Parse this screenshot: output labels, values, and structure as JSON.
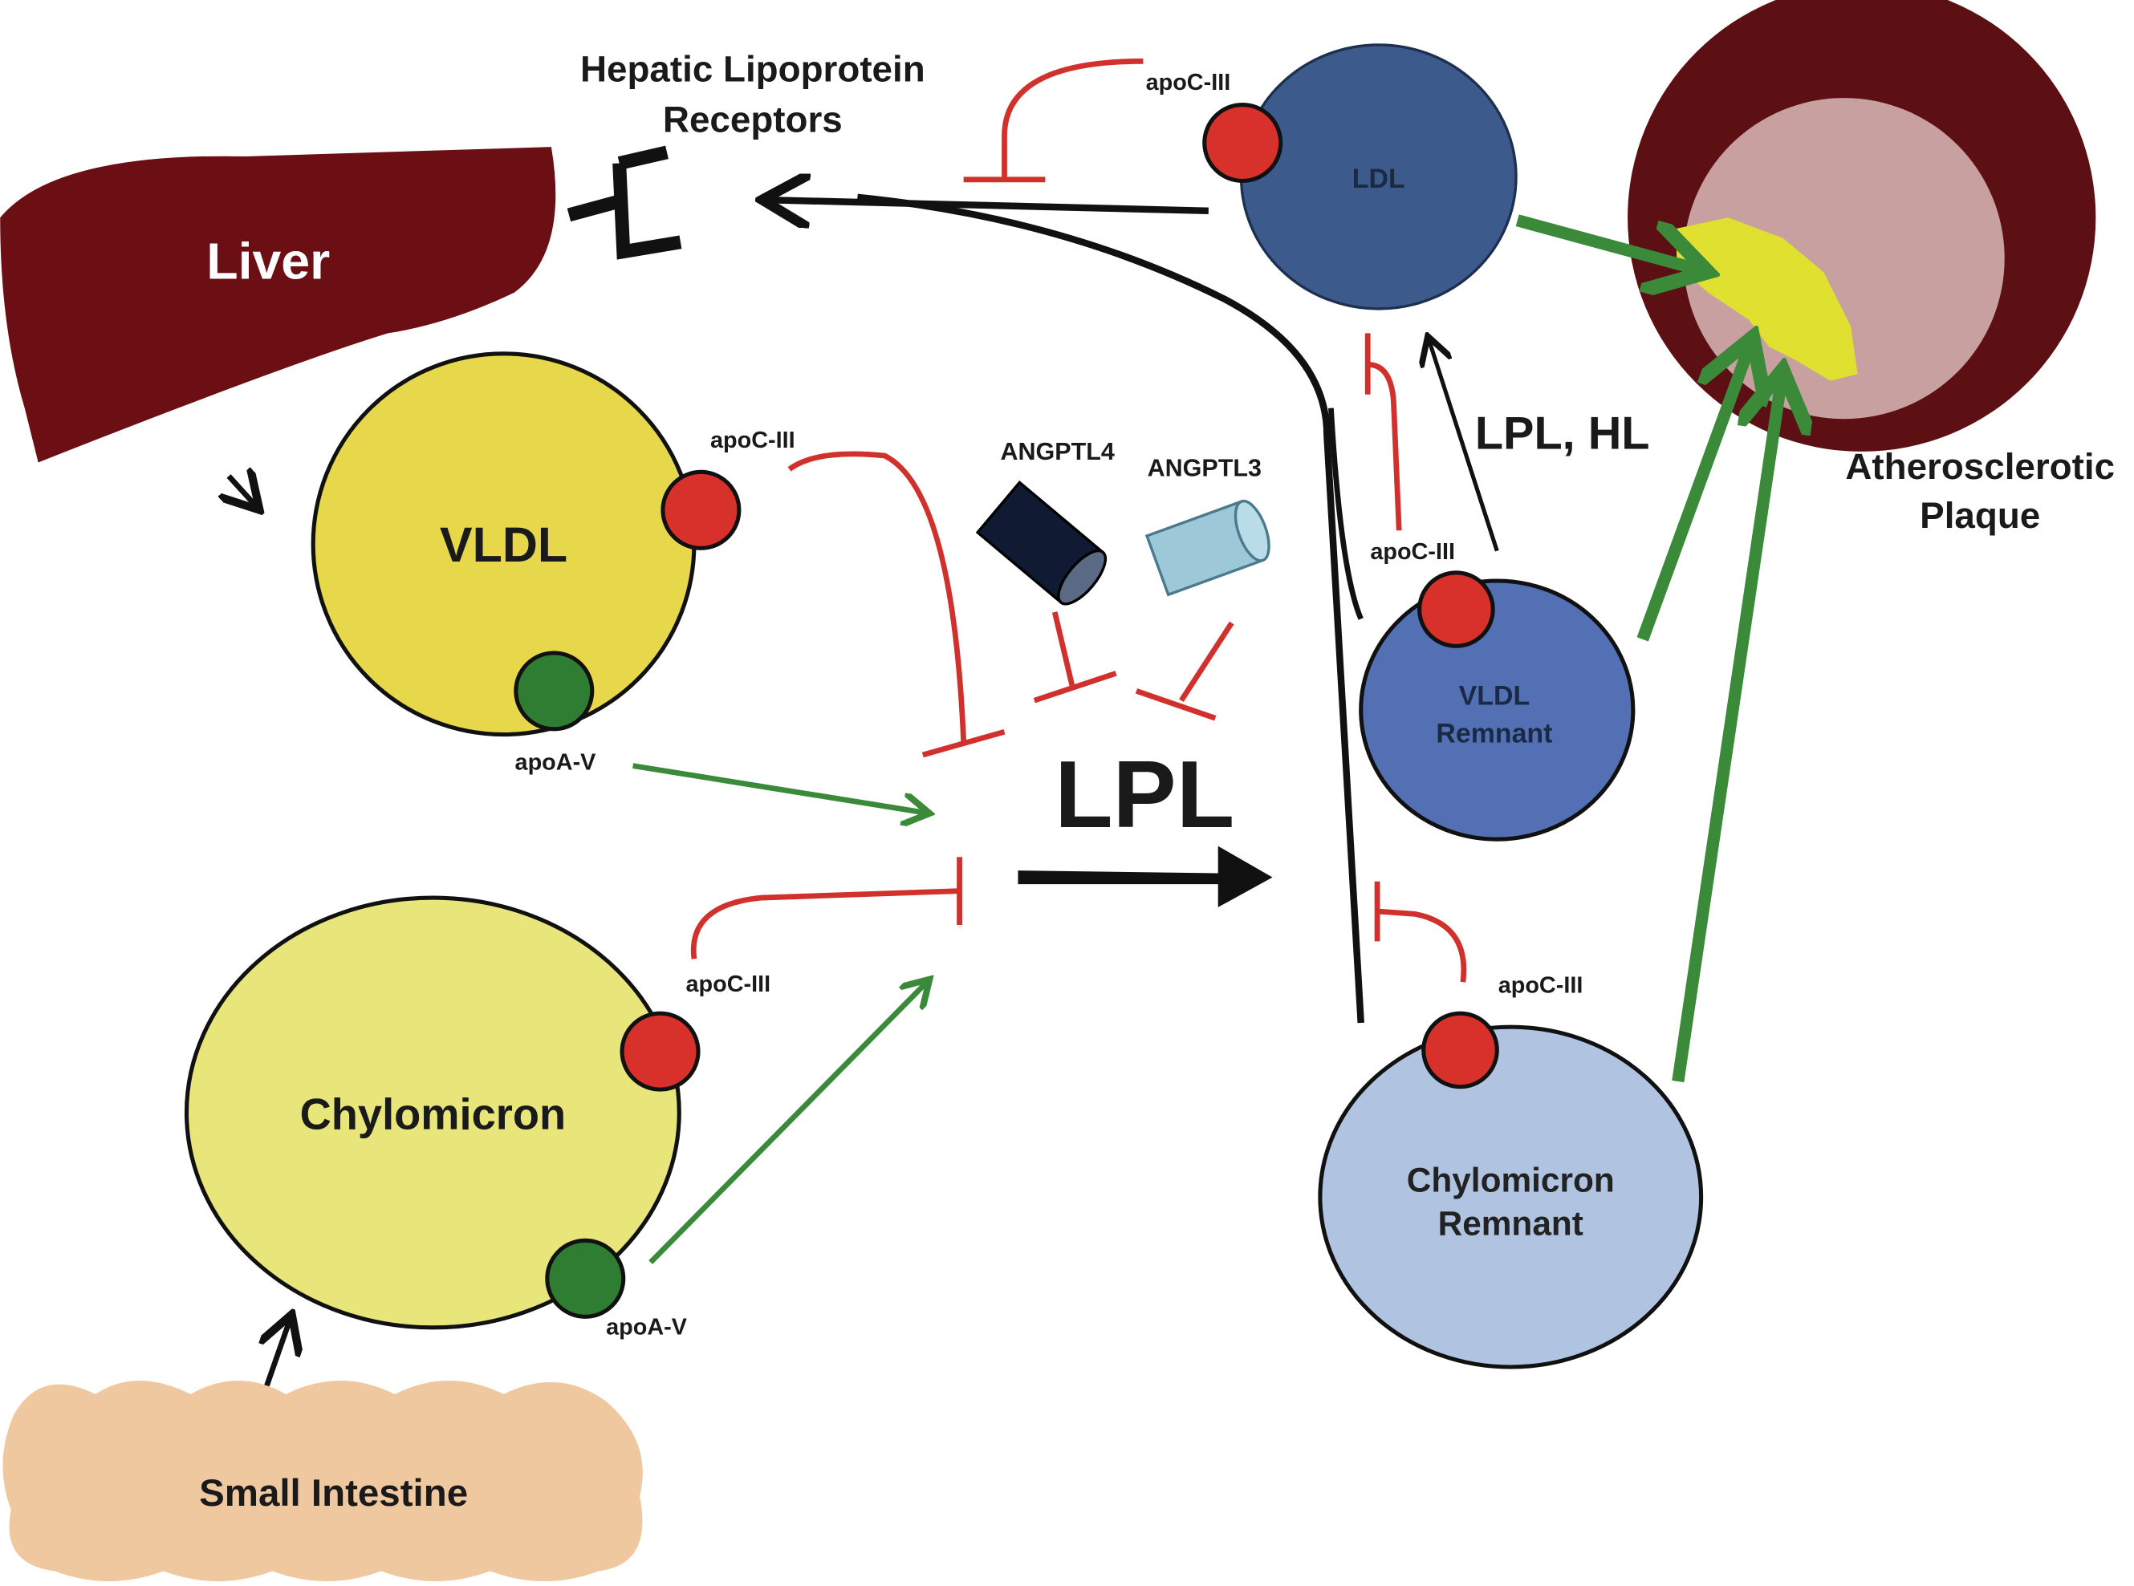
{
  "labels": {
    "hepatic_receptors_line1": "Hepatic Lipoprotein",
    "hepatic_receptors_line2": "Receptors",
    "liver": "Liver",
    "vldl": "VLDL",
    "chylomicron": "Chylomicron",
    "small_intestine": "Small Intestine",
    "ldl": "LDL",
    "vldl_remnant_line1": "VLDL",
    "vldl_remnant_line2": "Remnant",
    "chylomicron_remnant_line1": "Chylomicron",
    "chylomicron_remnant_line2": "Remnant",
    "plaque_line1": "Atherosclerotic",
    "plaque_line2": "Plaque",
    "lpl": "LPL",
    "lpl_hl": "LPL, HL",
    "angptl4": "ANGPTL4",
    "angptl3": "ANGPTL3",
    "apoc3_ldl": "apoC-III",
    "apoc3_vldl": "apoC-III",
    "apoa5_vldl": "apoA-V",
    "apoc3_chylo": "apoC-III",
    "apoa5_chylo": "apoA-V",
    "apoc3_vldl_remnant": "apoC-III",
    "apoc3_chylo_remnant": "apoC-III"
  },
  "colors": {
    "liver": "#6b0f14",
    "vldl": "#e6d84a",
    "chylomicron": "#e8e67a",
    "ldl": "#3d5a8c",
    "vldl_remnant": "#5470b5",
    "chylomicron_remnant": "#b0c4e2",
    "apoc3": "#d8302a",
    "apoa5": "#2e7d32",
    "inhibition": "#d0312d",
    "activation": "#3a8a3a",
    "plaque_outer": "#5c1014",
    "plaque_inner": "#c9a0a0",
    "plaque_core": "#e0e030",
    "small_intestine": "#f0c8a0",
    "angptl4": "#101a33",
    "angptl3": "#9cc8d8"
  }
}
